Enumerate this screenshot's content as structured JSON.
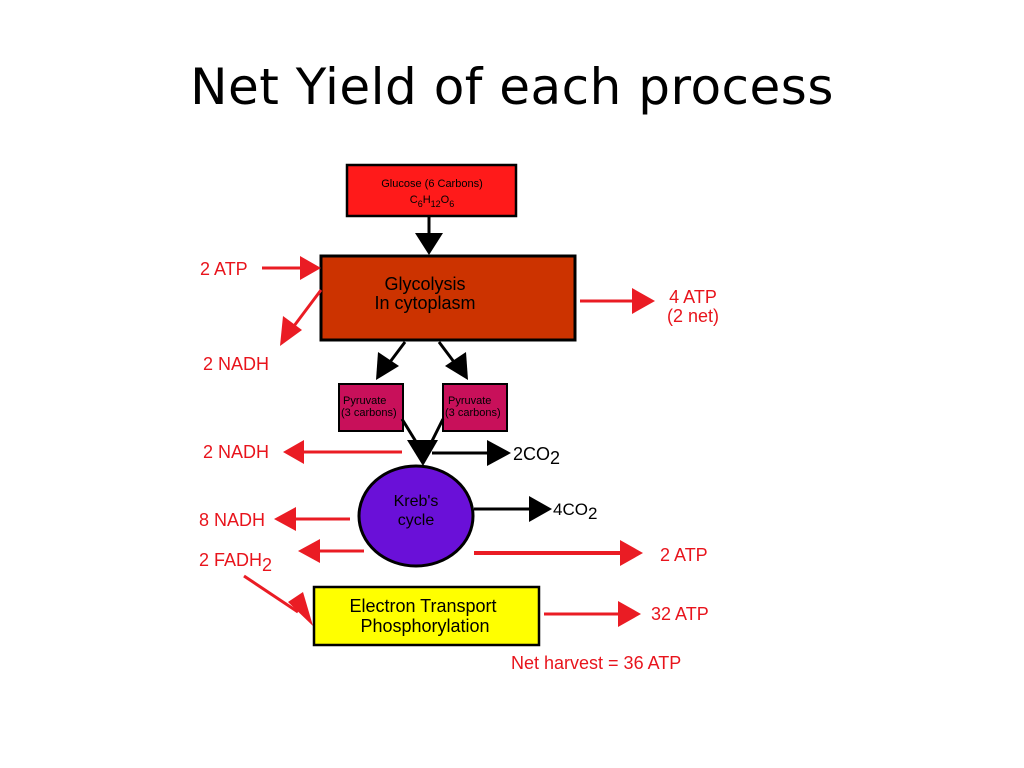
{
  "title": "Net Yield of each process",
  "colors": {
    "arrow_red": "#ea1c24",
    "arrow_black": "#000000",
    "glucose_box": "#ff1a1a",
    "glycolysis_box": "#cc3300",
    "pyruvate_box": "#c8105a",
    "krebs_circle": "#6a10d8",
    "etc_box": "#ffff00",
    "label_red": "#e8141c"
  },
  "diagram": {
    "glucose": {
      "line1": "Glucose (6 Carbons)",
      "formula": {
        "c": "C",
        "c_sub": "6",
        "h": "H",
        "h_sub": "12",
        "o": "O",
        "o_sub": "6"
      }
    },
    "glycolysis": {
      "line1": "Glycolysis",
      "line2": "In cytoplasm"
    },
    "pyruvate_left": {
      "line1": "Pyruvate",
      "line2": "(3 carbons)"
    },
    "pyruvate_right": {
      "line1": "Pyruvate",
      "line2": "(3 carbons)"
    },
    "krebs": {
      "line1": "Kreb's",
      "line2": "cycle"
    },
    "etc": {
      "line1": "Electron Transport",
      "line2": "Phosphorylation"
    },
    "labels": {
      "atp_input": "2 ATP",
      "nadh_glycolysis": "2 NADH",
      "atp_glycolysis_line1": "4 ATP",
      "atp_glycolysis_line2": "(2 net)",
      "nadh_pyruvate": "2 NADH",
      "co2_pyruvate": {
        "prefix": "2CO",
        "sub": "2"
      },
      "nadh_krebs": "8 NADH",
      "co2_krebs": {
        "prefix": "4CO",
        "sub": "2"
      },
      "fadh": {
        "prefix": "2 FADH",
        "sub": "2"
      },
      "atp_krebs": "2 ATP",
      "atp_etc": "32 ATP",
      "net_harvest": "Net harvest = 36 ATP"
    }
  }
}
